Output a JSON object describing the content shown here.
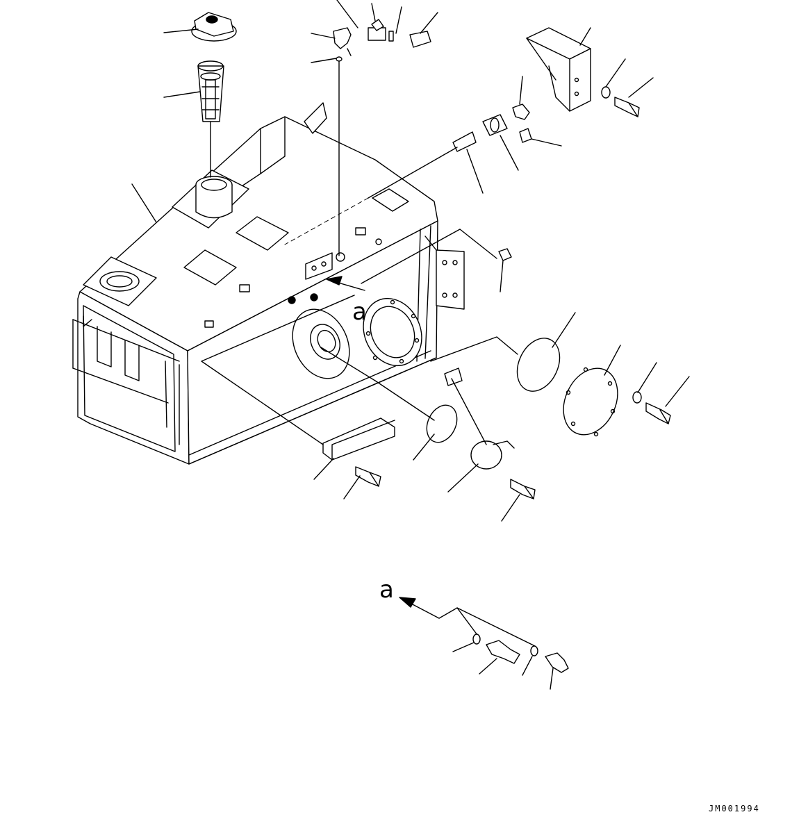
{
  "figure": {
    "callout_letter_main": "a",
    "callout_letter_detail": "a",
    "drawing_id": "JM001994"
  },
  "colors": {
    "line": "#000000",
    "background": "#ffffff"
  }
}
